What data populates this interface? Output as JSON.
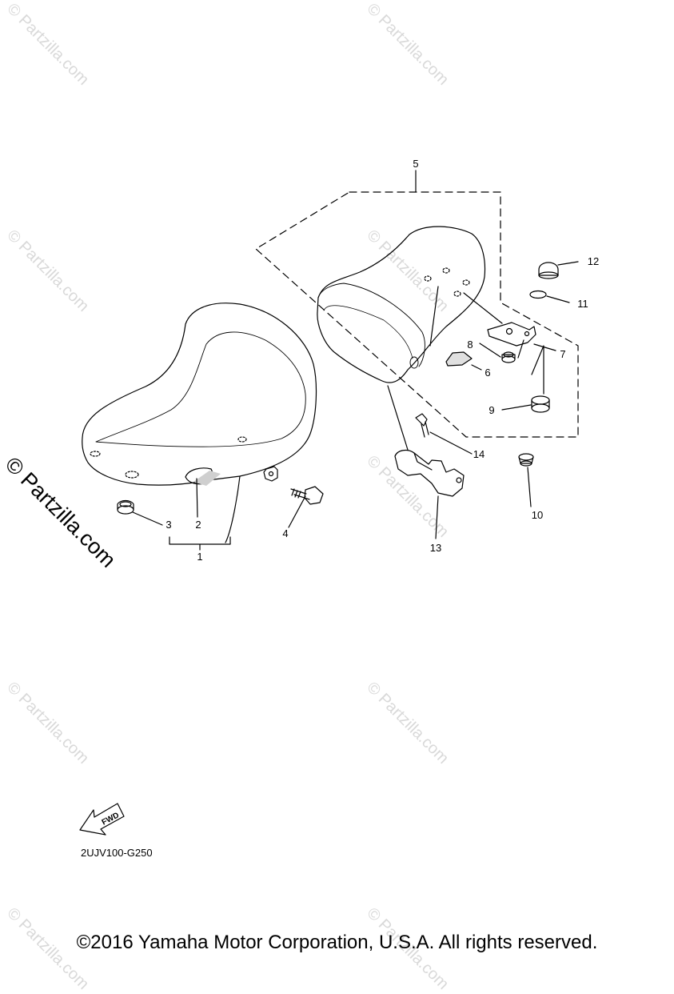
{
  "watermark": {
    "text": "© Partzilla.com"
  },
  "callouts": [
    "1",
    "2",
    "3",
    "4",
    "5",
    "6",
    "7",
    "8",
    "9",
    "10",
    "11",
    "12",
    "13",
    "14"
  ],
  "fwd_label": "FWD",
  "diagram_code": "2UJV100-G250",
  "copyright": "©2016 Yamaha Motor Corporation, U.S.A. All rights reserved."
}
